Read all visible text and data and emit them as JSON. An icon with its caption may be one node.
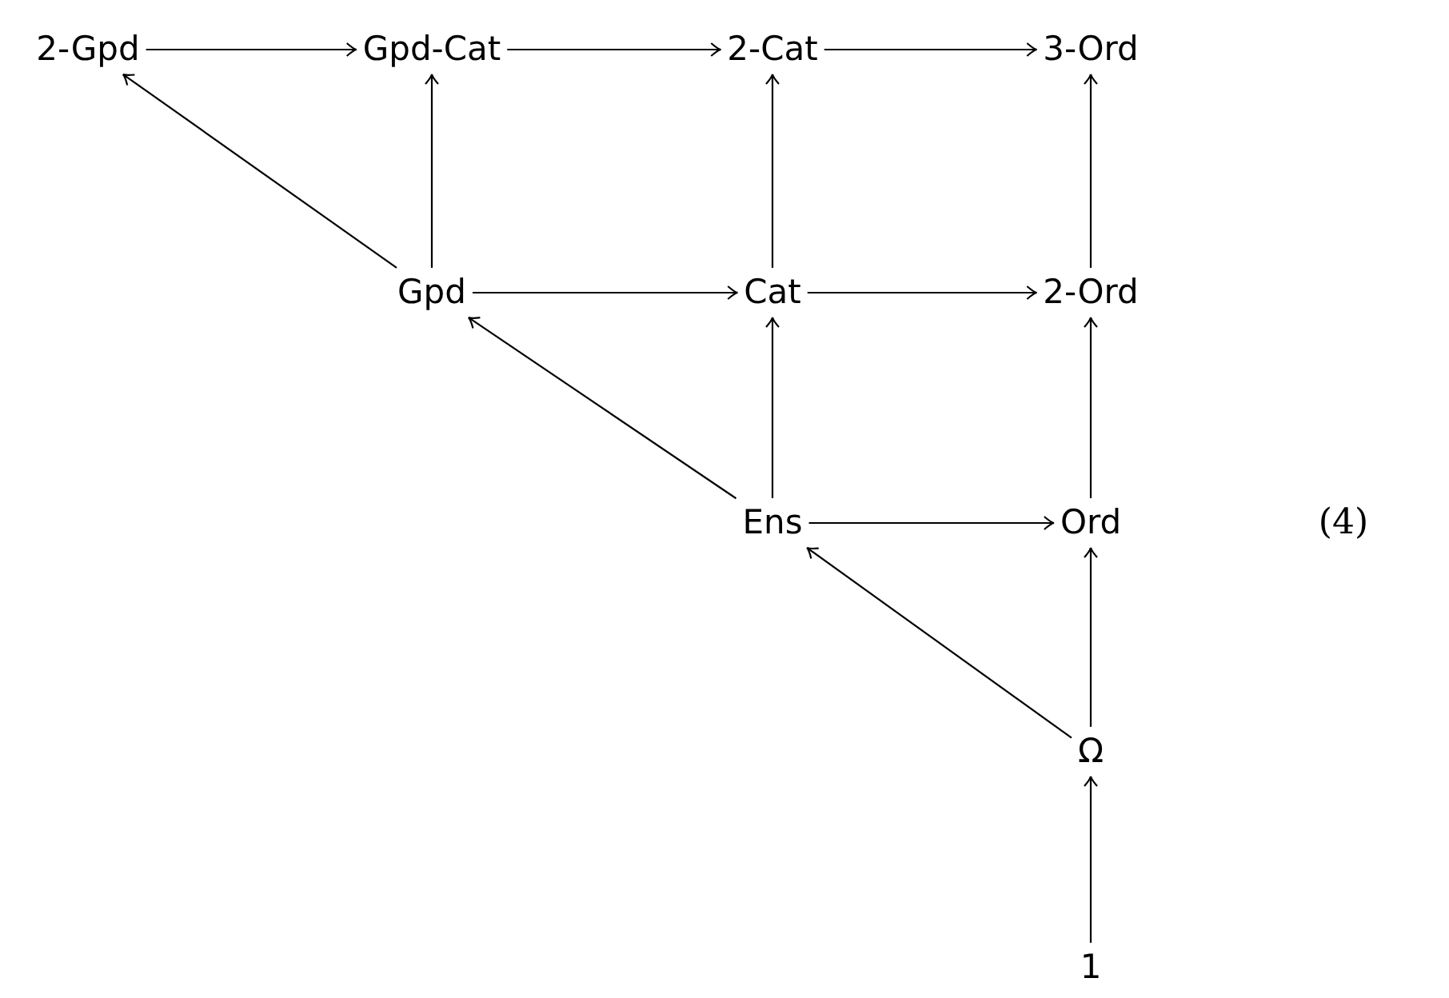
{
  "diagram": {
    "nodes": [
      {
        "text": [
          "2-Gpd"
        ]
      },
      {
        "text": [
          "Gpd-Cat"
        ]
      },
      {
        "text": [
          "2-Cat"
        ]
      },
      {
        "text": [
          "3-Ord"
        ]
      },
      {
        "text": [
          "Gpd"
        ]
      },
      {
        "text": [
          "Cat"
        ]
      },
      {
        "text": [
          "2-Ord"
        ]
      },
      {
        "text": [
          "Ens"
        ]
      },
      {
        "text": [
          "Ord"
        ]
      },
      {
        "text": [
          "Ω"
        ]
      },
      {
        "text": [
          "1"
        ]
      }
    ],
    "edges": [
      {
        "from": 0,
        "to": 1,
        "arrow": "to"
      },
      {
        "from": 1,
        "to": 2,
        "arrow": "to"
      },
      {
        "from": 2,
        "to": 3,
        "arrow": "to"
      },
      {
        "from": 4,
        "to": 0,
        "arrow": "to"
      },
      {
        "from": 4,
        "to": 1,
        "arrow": "to"
      },
      {
        "from": 4,
        "to": 5,
        "arrow": "to"
      },
      {
        "from": 5,
        "to": 2,
        "arrow": "to"
      },
      {
        "from": 5,
        "to": 6,
        "arrow": "to"
      },
      {
        "from": 6,
        "to": 3,
        "arrow": "to"
      },
      {
        "from": 7,
        "to": 4,
        "arrow": "to"
      },
      {
        "from": 7,
        "to": 5,
        "arrow": "to"
      },
      {
        "from": 7,
        "to": 8,
        "arrow": "to"
      },
      {
        "from": 8,
        "to": 6,
        "arrow": "to"
      },
      {
        "from": 9,
        "to": 7,
        "arrow": "to"
      },
      {
        "from": 9,
        "to": 8,
        "arrow": "to"
      },
      {
        "from": 10,
        "to": 9,
        "arrow": "to"
      }
    ],
    "labels": [
      "(4)"
    ]
  }
}
